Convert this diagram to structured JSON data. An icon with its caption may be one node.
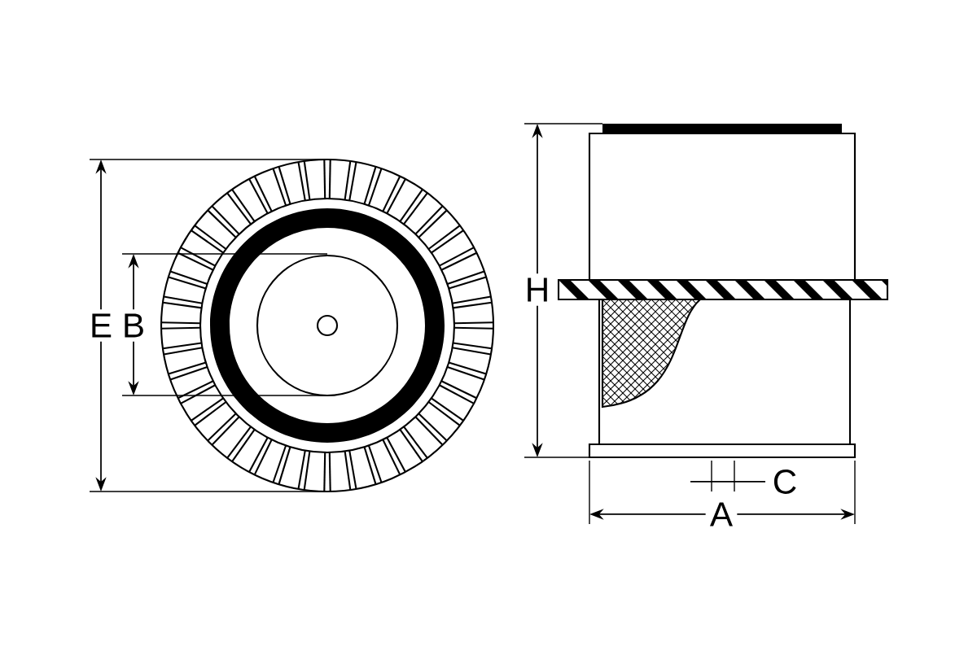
{
  "diagram": {
    "labels": [
      "E",
      "B",
      "H",
      "C",
      "A"
    ]
  }
}
